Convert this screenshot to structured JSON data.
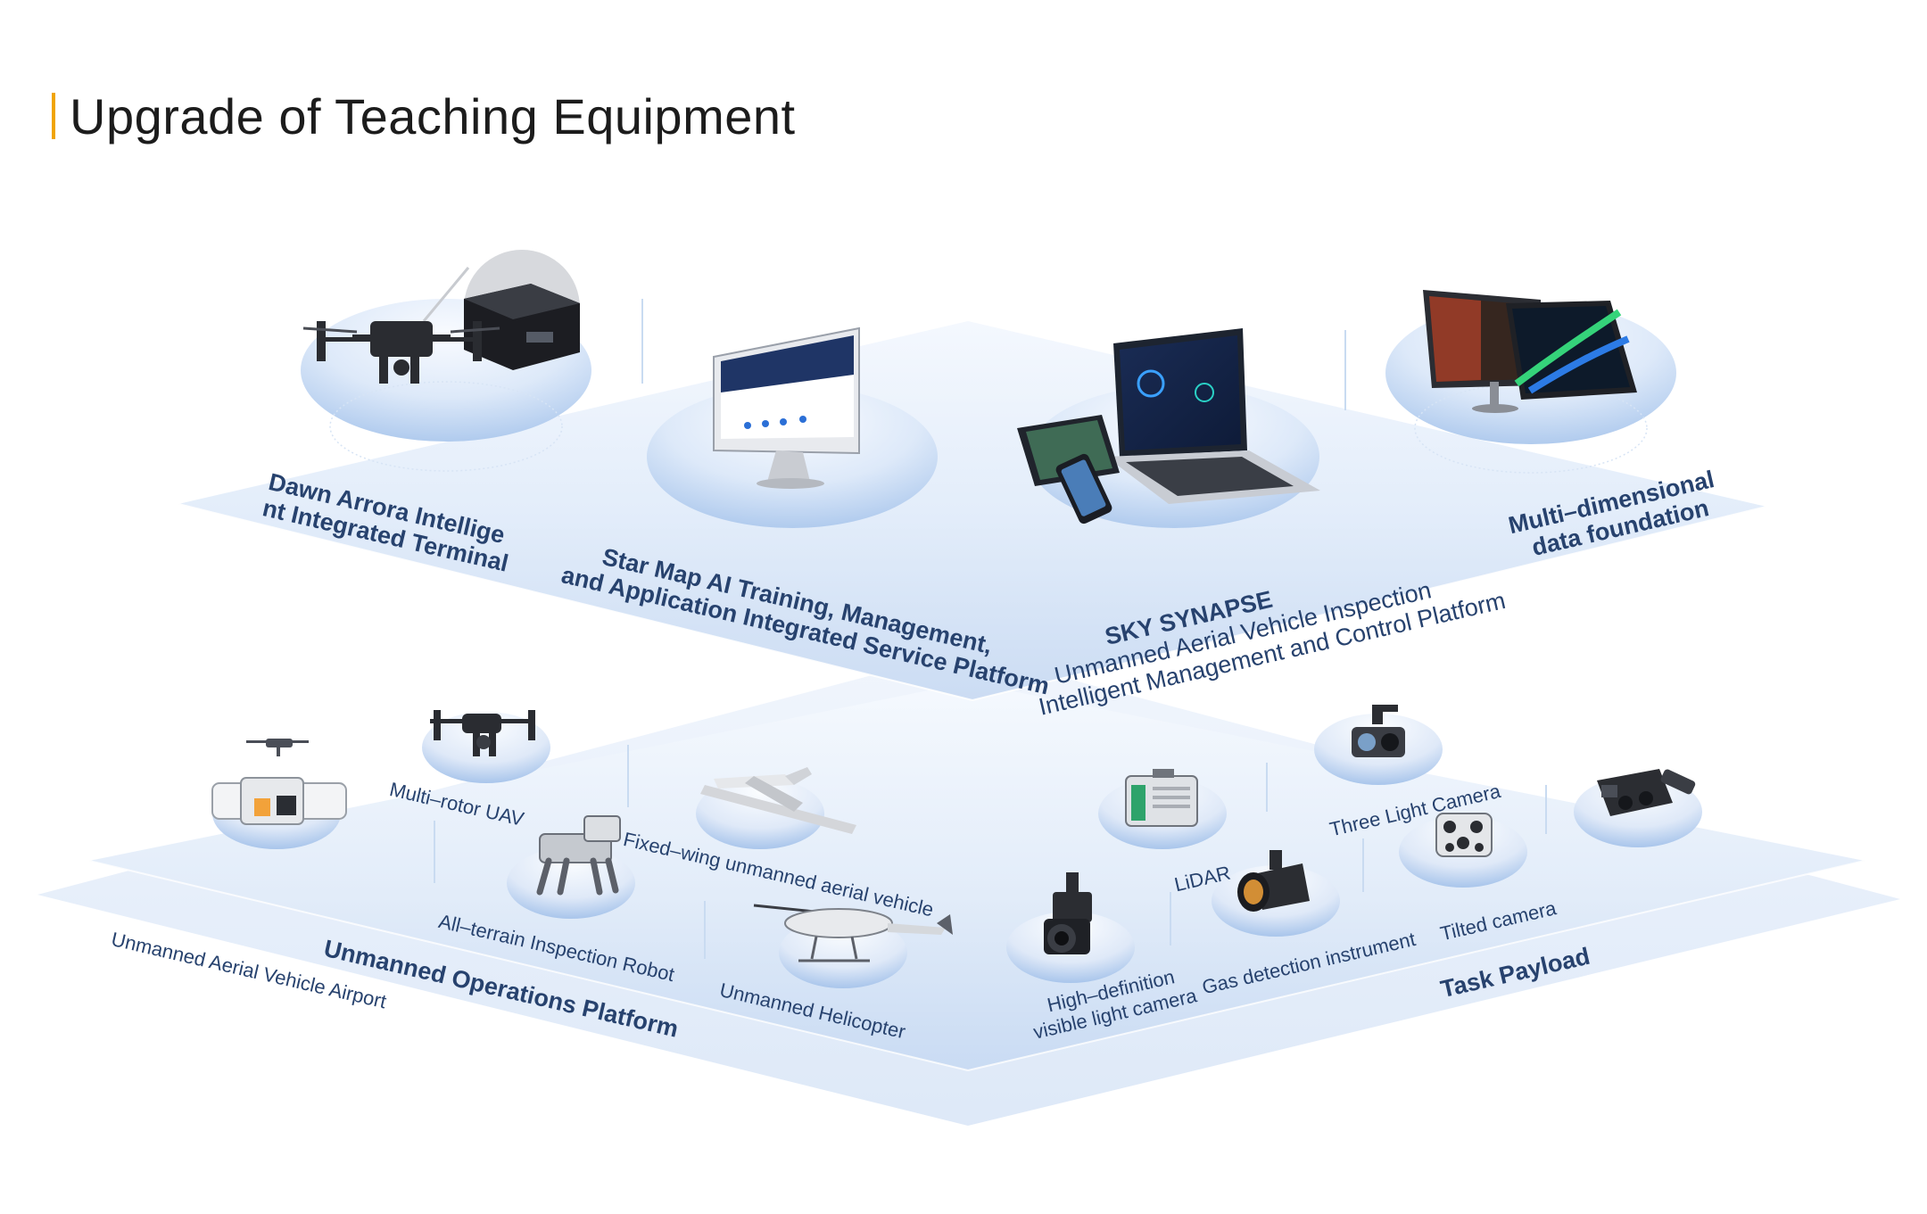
{
  "title": "Upgrade of Teaching Equipment",
  "colors": {
    "accent": "#f0a400",
    "label": "#27426e",
    "platform_top": "#e4eefb",
    "platform_bottom": "#cfe0f5",
    "ellipse_rim": "#b9d2f0"
  },
  "top_layer": {
    "items": [
      {
        "name": "Dawn Arrora Intelligent Integrated Terminal",
        "lines": [
          "Dawn Arrora Intellige",
          "nt Integrated Terminal"
        ],
        "icon": "drone-with-edge-box-icon"
      },
      {
        "name": "Star Map AI Training, Management, and Application Integrated Service Platform",
        "lines": [
          "Star Map AI Training, Management,",
          "and Application Integrated Service Platform"
        ],
        "icon": "desktop-monitor-icon"
      },
      {
        "name": "SKY SYNAPSE",
        "lines": [
          "SKY SYNAPSE",
          "Unmanned Aerial Vehicle Inspection",
          "Intelligent Management and Control Platform"
        ],
        "icon": "laptop-tablet-phone-icon"
      },
      {
        "name": "Multi-dimensional data foundation",
        "lines": [
          "Multi–dimensional",
          "data foundation"
        ],
        "icon": "dual-monitor-pointcloud-icon"
      }
    ]
  },
  "bottom_layer": {
    "left_platform_label": "Unmanned Operations Platform",
    "right_platform_label": "Task Payload",
    "left_items": [
      {
        "label": "Unmanned Aerial Vehicle Airport",
        "icon": "drone-airport-icon"
      },
      {
        "label": "Multi–rotor UAV",
        "icon": "multirotor-drone-icon"
      },
      {
        "label": "All–terrain Inspection Robot",
        "icon": "robot-dog-icon"
      },
      {
        "label": "Fixed–wing unmanned aerial vehicle",
        "icon": "fixed-wing-uav-icon"
      },
      {
        "label": "Unmanned Helicopter",
        "icon": "helicopter-icon"
      }
    ],
    "right_items": [
      {
        "lines": [
          "High–definition",
          "visible light camera"
        ],
        "icon": "gimbal-camera-icon"
      },
      {
        "label": "LiDAR",
        "icon": "lidar-icon"
      },
      {
        "label": "Gas detection instrument",
        "icon": "gas-detector-icon"
      },
      {
        "label": "Three Light Camera",
        "icon": "three-light-camera-icon"
      },
      {
        "label": "Tilted camera",
        "icon": "tilted-camera-icon"
      },
      {
        "label": "",
        "icon": "payload-module-icon"
      }
    ]
  }
}
